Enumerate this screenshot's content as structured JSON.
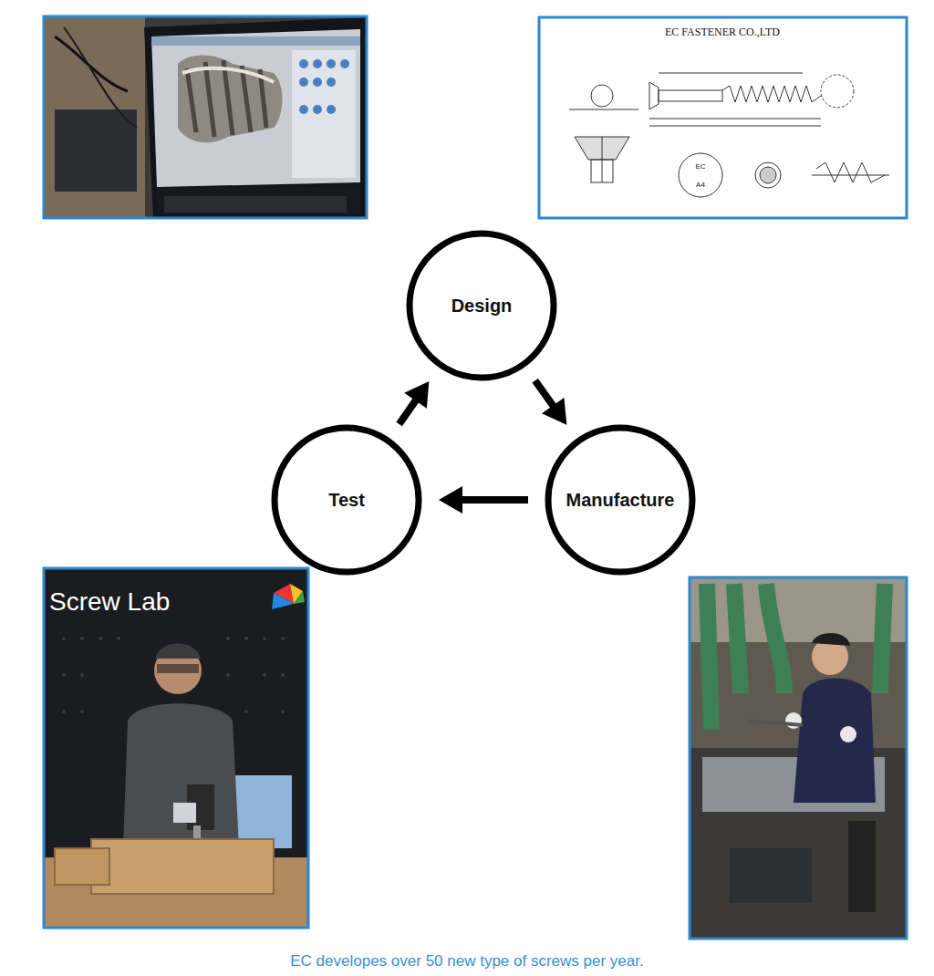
{
  "diagram": {
    "caption": "EC developes over 50 new type of screws per year.",
    "nodes": [
      {
        "text": [
          "Design"
        ]
      },
      {
        "text": [
          "Test"
        ]
      },
      {
        "text": [
          "Manufacture"
        ]
      }
    ],
    "edges": [
      {
        "from": 0,
        "to": 2,
        "arrow": "to"
      },
      {
        "from": 2,
        "to": 1,
        "arrow": "to"
      },
      {
        "from": 1,
        "to": 0,
        "arrow": "to"
      }
    ],
    "labels": [
      "EC FASTENER CO.,LTD",
      "EC",
      "A4",
      "Screw Lab"
    ]
  }
}
